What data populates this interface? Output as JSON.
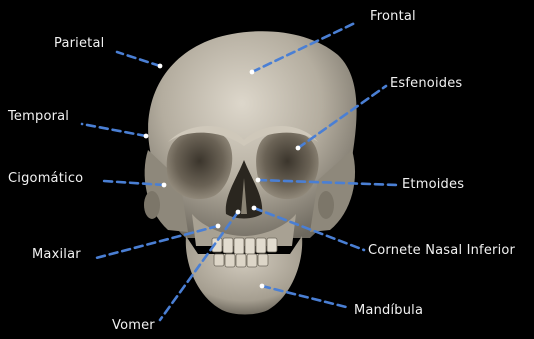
{
  "labels": {
    "frontal": "Frontal",
    "parietal": "Parietal",
    "esfenoides": "Esfenoides",
    "temporal": "Temporal",
    "cigomatico": "Cigomático",
    "etmoides": "Etmoides",
    "maxilar": "Maxilar",
    "cornete": "Cornete Nasal Inferior",
    "mandibula": "Mandíbula",
    "vomer": "Vomer"
  },
  "colors": {
    "background": "#000000",
    "leader_line": "#4a7fd4",
    "label_text": "#f2f2f2",
    "bone": "#b9b2a4"
  }
}
